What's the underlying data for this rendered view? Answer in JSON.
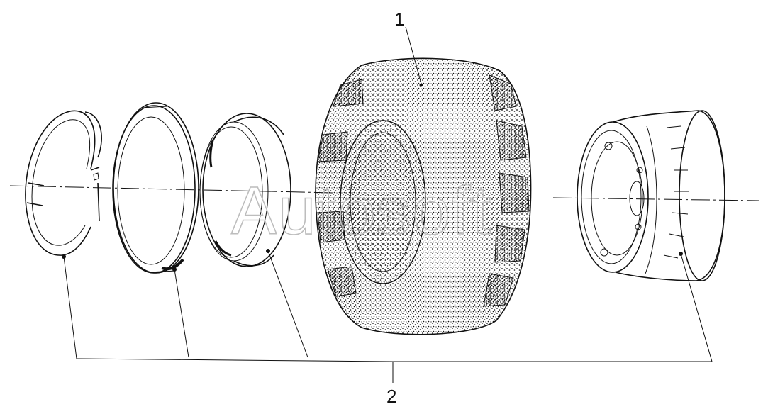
{
  "diagram": {
    "callouts": [
      {
        "id": "1",
        "label": "1"
      },
      {
        "id": "2",
        "label": "2"
      }
    ],
    "watermark": "Autosoft"
  }
}
